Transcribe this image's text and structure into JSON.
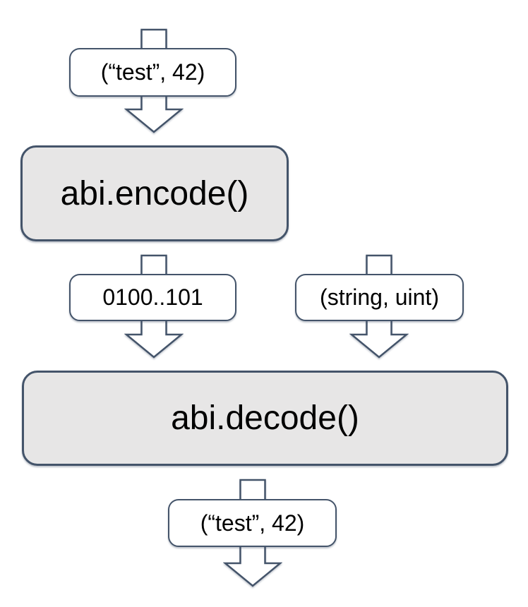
{
  "diagram": {
    "nodes": {
      "input_label": "(“test”, 42)",
      "encode": "abi.encode()",
      "encoded_bytes": "0100..101",
      "types": "(string, uint)",
      "decode": "abi.decode()",
      "output_label": "(“test”, 42)"
    },
    "icons": {
      "flow_arrow": "down-block-arrow"
    },
    "colors": {
      "border": "#44546A",
      "process_fill": "#E7E6E6",
      "label_fill": "#FFFFFF",
      "text": "#000000",
      "background": "#FFFFFF"
    }
  }
}
